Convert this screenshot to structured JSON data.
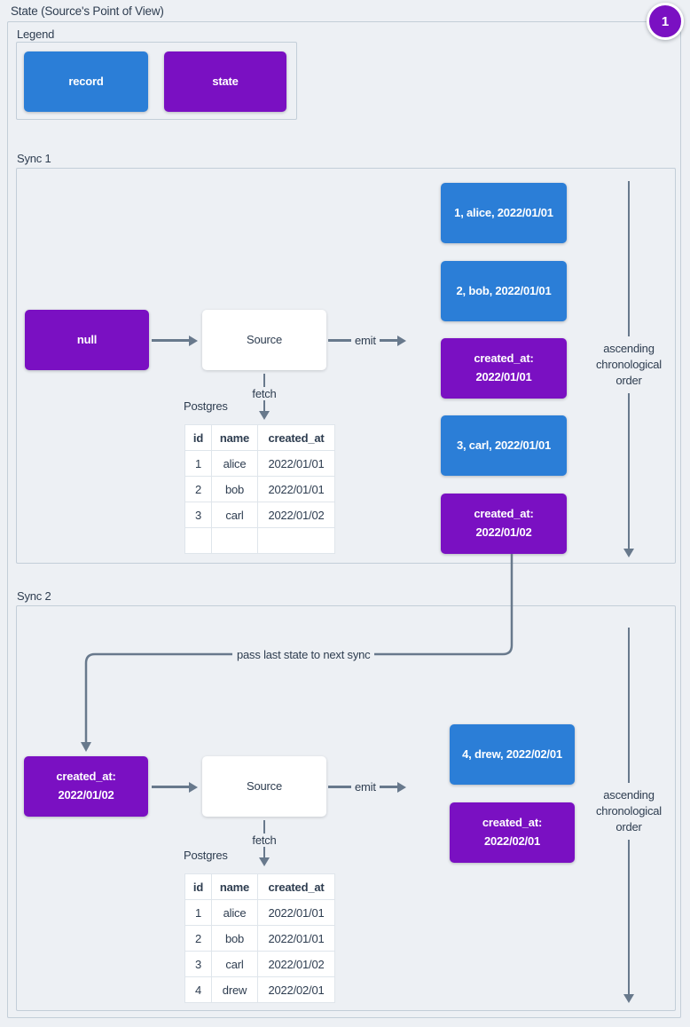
{
  "page": {
    "title": "State (Source's Point of View)",
    "badge": "1"
  },
  "colors": {
    "record": "#2b7ed7",
    "state": "#7a10c2",
    "line": "#68798c",
    "text": "#2e3d50",
    "panel_border": "#c3ced8",
    "background": "#edf0f4"
  },
  "legend": {
    "label": "Legend",
    "record_label": "record",
    "state_label": "state"
  },
  "sync1": {
    "label": "Sync 1",
    "input_state": "null",
    "source": "Source",
    "emit": "emit",
    "fetch": "fetch",
    "database": "Postgres",
    "emitted": [
      {
        "kind": "record",
        "text": "1, alice, 2022/01/01"
      },
      {
        "kind": "record",
        "text": "2, bob, 2022/01/01"
      },
      {
        "kind": "state",
        "text": "created_at: 2022/01/01"
      },
      {
        "kind": "record",
        "text": "3, carl, 2022/01/01"
      },
      {
        "kind": "state",
        "text": "created_at: 2022/01/02"
      }
    ],
    "order_note": [
      "ascending",
      "chronological",
      "order"
    ],
    "table": {
      "headers": [
        "id",
        "name",
        "created_at"
      ],
      "rows": [
        [
          "1",
          "alice",
          "2022/01/01"
        ],
        [
          "2",
          "bob",
          "2022/01/01"
        ],
        [
          "3",
          "carl",
          "2022/01/02"
        ],
        [
          "",
          "",
          ""
        ]
      ]
    }
  },
  "connector": {
    "label": "pass last state to next sync"
  },
  "sync2": {
    "label": "Sync 2",
    "input_state": "created_at: 2022/01/02",
    "source": "Source",
    "emit": "emit",
    "fetch": "fetch",
    "database": "Postgres",
    "emitted": [
      {
        "kind": "record",
        "text": "4, drew, 2022/02/01"
      },
      {
        "kind": "state",
        "text": "created_at: 2022/02/01"
      }
    ],
    "order_note": [
      "ascending",
      "chronological",
      "order"
    ],
    "table": {
      "headers": [
        "id",
        "name",
        "created_at"
      ],
      "rows": [
        [
          "1",
          "alice",
          "2022/01/01"
        ],
        [
          "2",
          "bob",
          "2022/01/01"
        ],
        [
          "3",
          "carl",
          "2022/01/02"
        ],
        [
          "4",
          "drew",
          "2022/02/01"
        ]
      ]
    }
  }
}
